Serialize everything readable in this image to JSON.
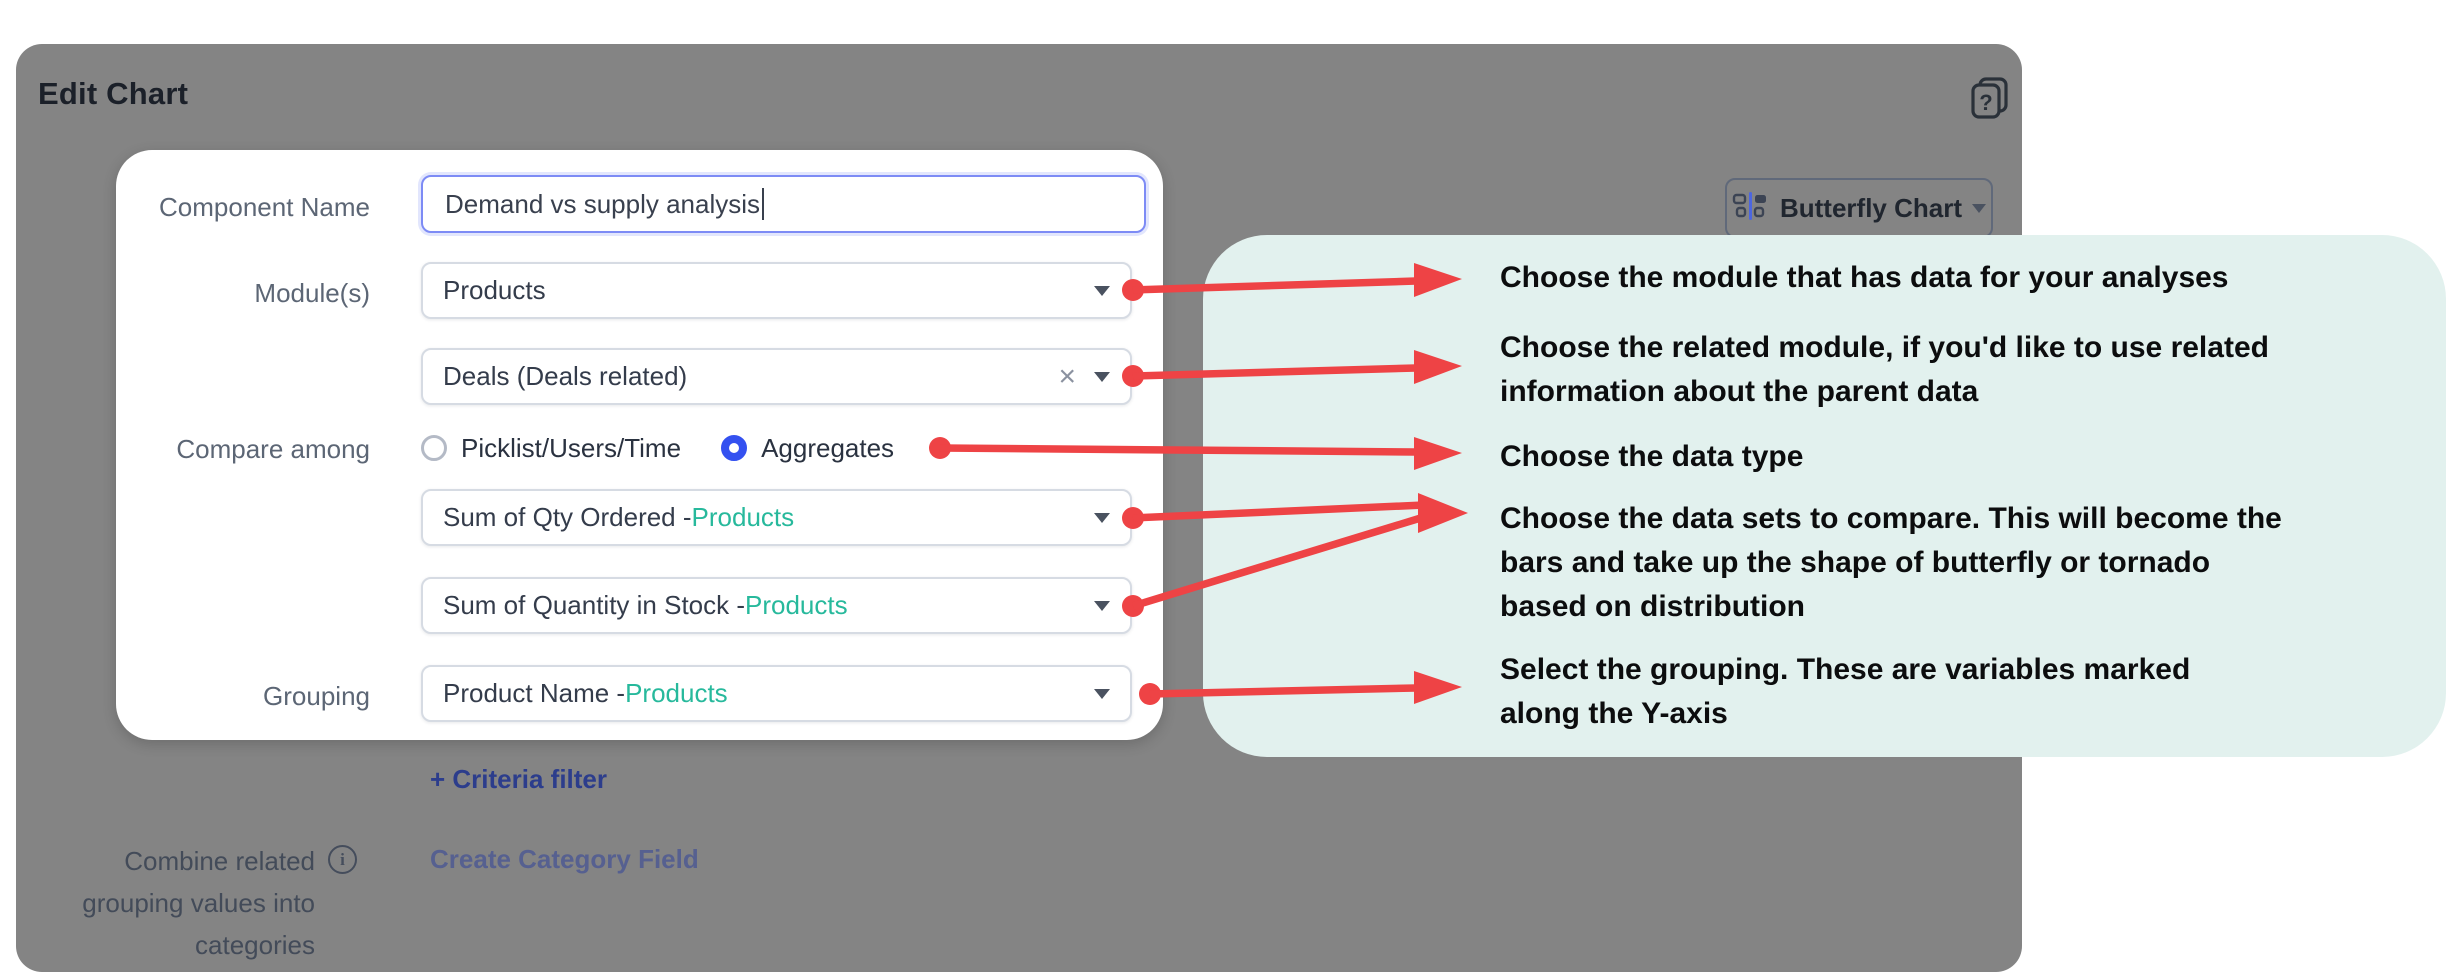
{
  "dialog": {
    "title": "Edit Chart"
  },
  "header": {
    "chart_type": {
      "label": "Butterfly Chart",
      "icon": "butterfly-chart-icon"
    },
    "help_icon": "duplicate-pages-icon"
  },
  "form": {
    "component_name": {
      "label": "Component Name",
      "value": "Demand vs supply analysis"
    },
    "modules": {
      "label": "Module(s)",
      "value": "Products"
    },
    "related_module": {
      "value": "Deals (Deals related)",
      "clear_glyph": "×"
    },
    "compare_among": {
      "label": "Compare among",
      "options": [
        {
          "label": "Picklist/Users/Time",
          "selected": false
        },
        {
          "label": "Aggregates",
          "selected": true
        }
      ]
    },
    "aggregates": [
      {
        "field": "Sum of Qty Ordered - ",
        "module": "Products"
      },
      {
        "field": "Sum of Quantity in Stock - ",
        "module": "Products"
      }
    ],
    "grouping": {
      "label": "Grouping",
      "field": "Product Name - ",
      "module": "Products"
    },
    "criteria_filter_label": "+ Criteria filter",
    "combine": {
      "lines": [
        "Combine related",
        "grouping values into",
        "categories"
      ]
    },
    "create_category_label": "Create Category Field"
  },
  "annotations": {
    "notes": [
      {
        "lines": [
          "Choose the module that has data for your analyses"
        ]
      },
      {
        "lines": [
          "Choose the related module, if you'd like to use related",
          "information about the parent data"
        ]
      },
      {
        "lines": [
          "Choose the data type"
        ]
      },
      {
        "lines": [
          "Choose the data sets to compare. This will become the",
          "bars and take up the shape of butterfly or tornado",
          "based on distribution"
        ]
      },
      {
        "lines": [
          "Select the grouping. These are variables marked",
          "along the Y-axis"
        ]
      }
    ]
  },
  "colors": {
    "panel_gray": "#848484",
    "mint_box": "#e2f1ee",
    "arrow_red": "#ee4345",
    "module_teal": "#27b99c",
    "focus_blue": "#7d8bf5",
    "radio_blue": "#3451f0",
    "criteria_link_blue": "#2c3d8c",
    "create_category_blue": "#566090"
  }
}
